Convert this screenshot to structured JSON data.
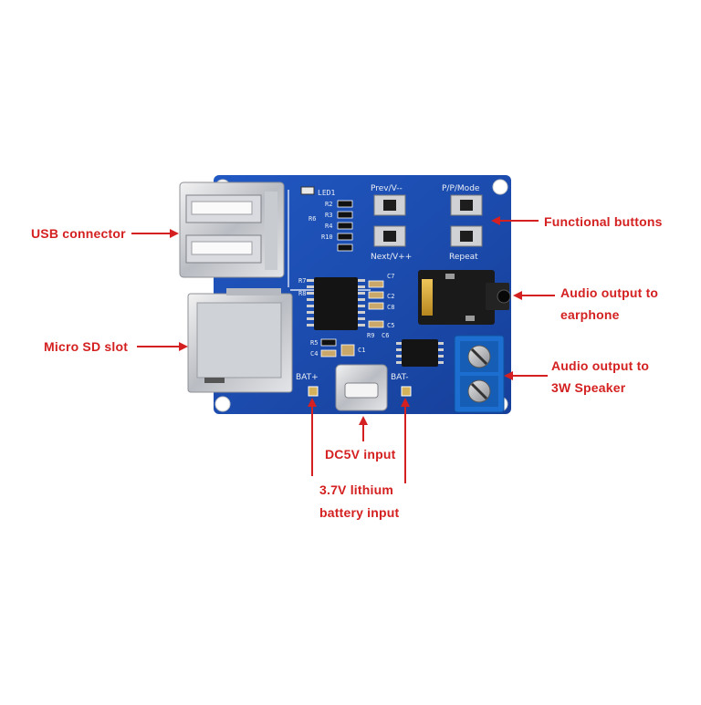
{
  "callouts": {
    "usb_connector": "USB connector",
    "micro_sd_slot": "Micro SD slot",
    "functional_buttons": "Functional buttons",
    "audio_earphone_line1": "Audio output to",
    "audio_earphone_line2": "earphone",
    "audio_speaker_line1": "Audio output to",
    "audio_speaker_line2": "3W Speaker",
    "dc5v_input": "DC5V input",
    "battery_line1": "3.7V  lithium",
    "battery_line2": "battery input"
  },
  "silkscreen": {
    "prev": "Prev/V--",
    "play_mode": "P/P/Mode",
    "next": "Next/V++",
    "repeat": "Repeat",
    "led1": "LED1",
    "r2": "R2",
    "r3": "R3",
    "r4": "R4",
    "r6": "R6",
    "r10": "R10",
    "r7": "R7",
    "r8": "R8",
    "r5": "R5",
    "r9": "R9",
    "c1": "C1",
    "c2": "C2",
    "c4": "C4",
    "c5": "C5",
    "c6": "C6",
    "c7": "C7",
    "c8": "C8",
    "bat_plus": "BAT+",
    "bat_minus": "BAT-"
  },
  "colors": {
    "callout_text": "#d42020",
    "pcb_blue": "#1a4fb5",
    "terminal_blue": "#1c6fd0"
  }
}
